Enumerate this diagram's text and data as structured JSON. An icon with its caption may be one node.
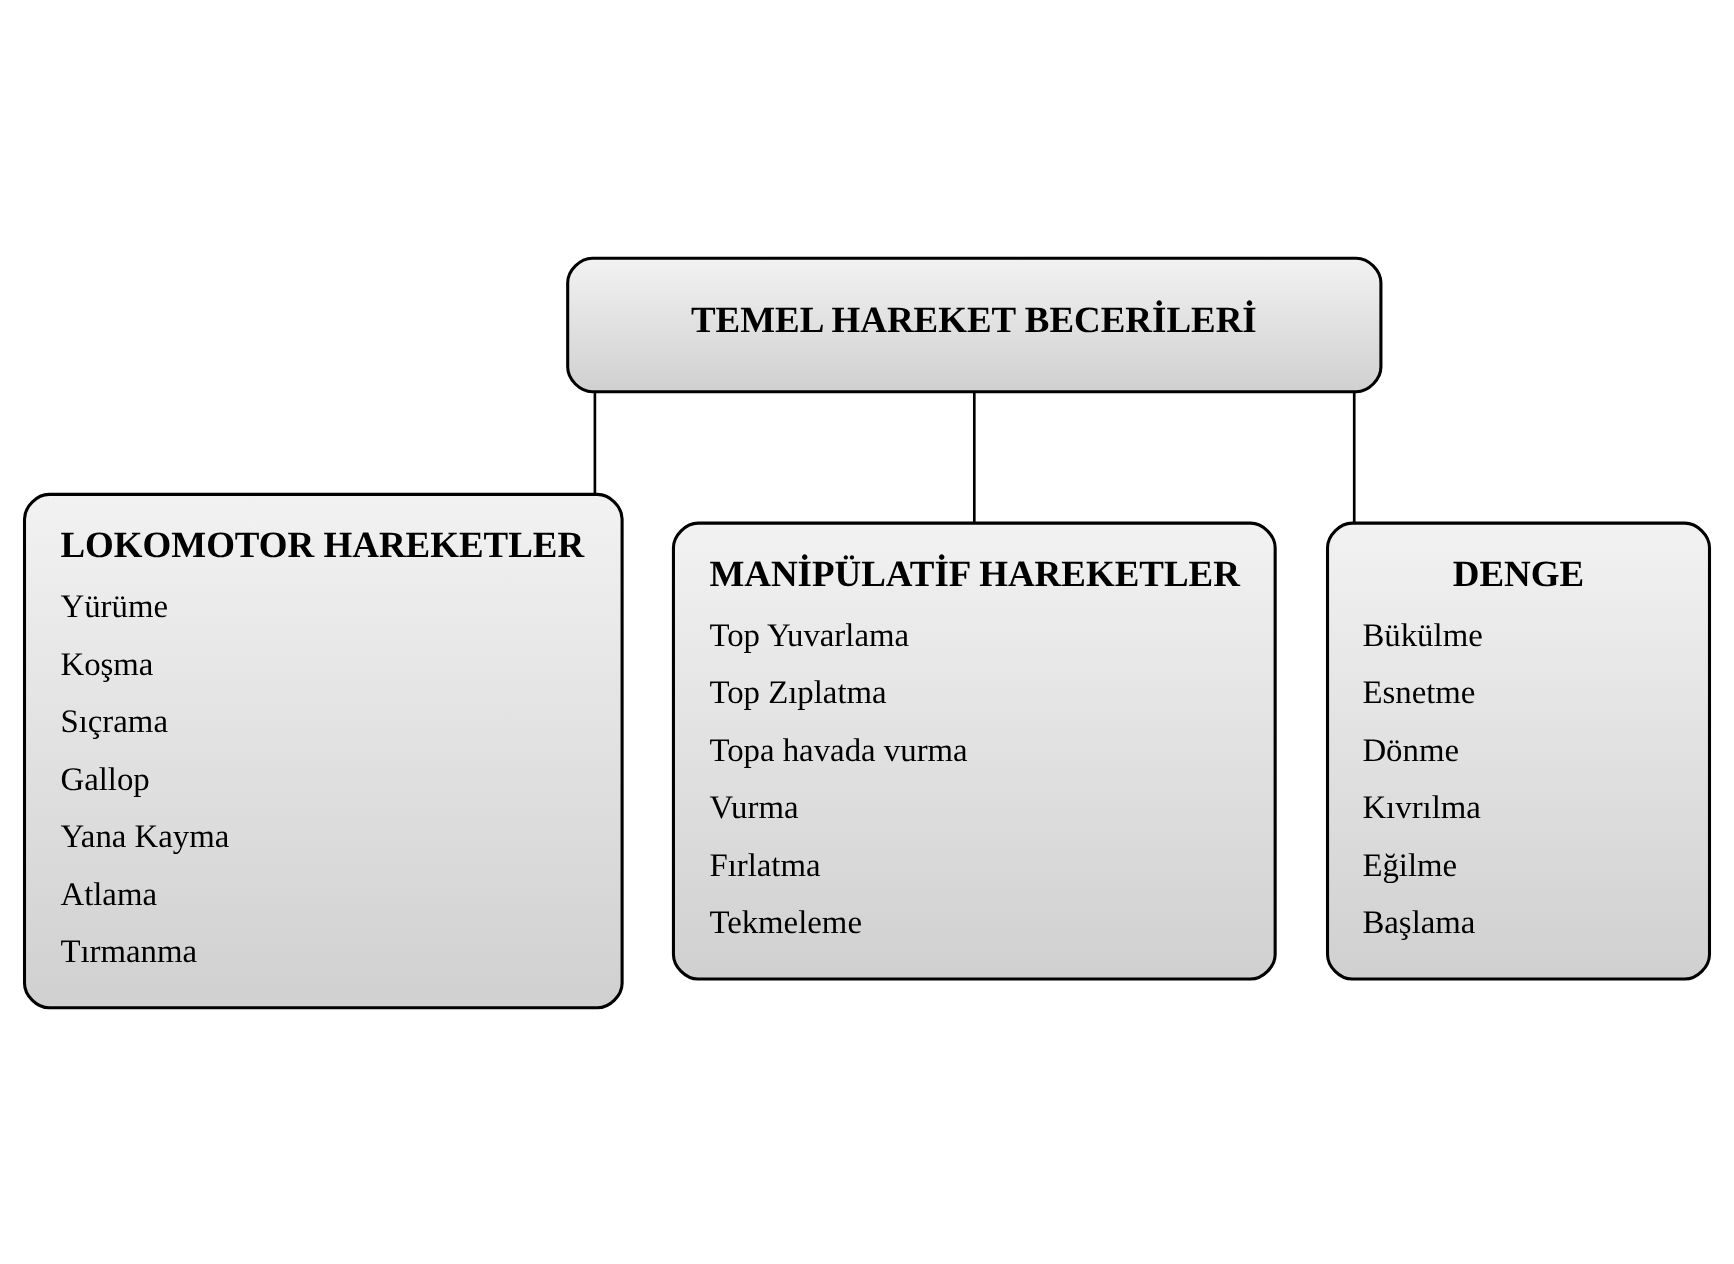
{
  "diagram": {
    "nodes": [
      {
        "text": [
          "TEMEL HAREKET BECERİLERİ"
        ]
      },
      {
        "text": [
          "LOKOMOTOR HAREKETLER",
          "Yürüme",
          "Koşma",
          "Sıçrama",
          "Gallop",
          "Yana Kayma",
          "Atlama",
          "Tırmanma"
        ]
      },
      {
        "text": [
          "MANİPÜLATİF HAREKETLER",
          "Top Yuvarlama",
          "Top Zıplatma",
          "Topa havada vurma",
          "Vurma",
          "Fırlatma",
          "Tekmeleme"
        ]
      },
      {
        "text": [
          "DENGE",
          "Bükülme",
          "Esnetme",
          "Dönme",
          "Kıvrılma",
          "Eğilme",
          "Başlama"
        ]
      }
    ],
    "edges": [
      {
        "from": 0,
        "to": 1,
        "arrow": "none"
      },
      {
        "from": 0,
        "to": 2,
        "arrow": "none"
      },
      {
        "from": 0,
        "to": 3,
        "arrow": "none"
      }
    ]
  }
}
